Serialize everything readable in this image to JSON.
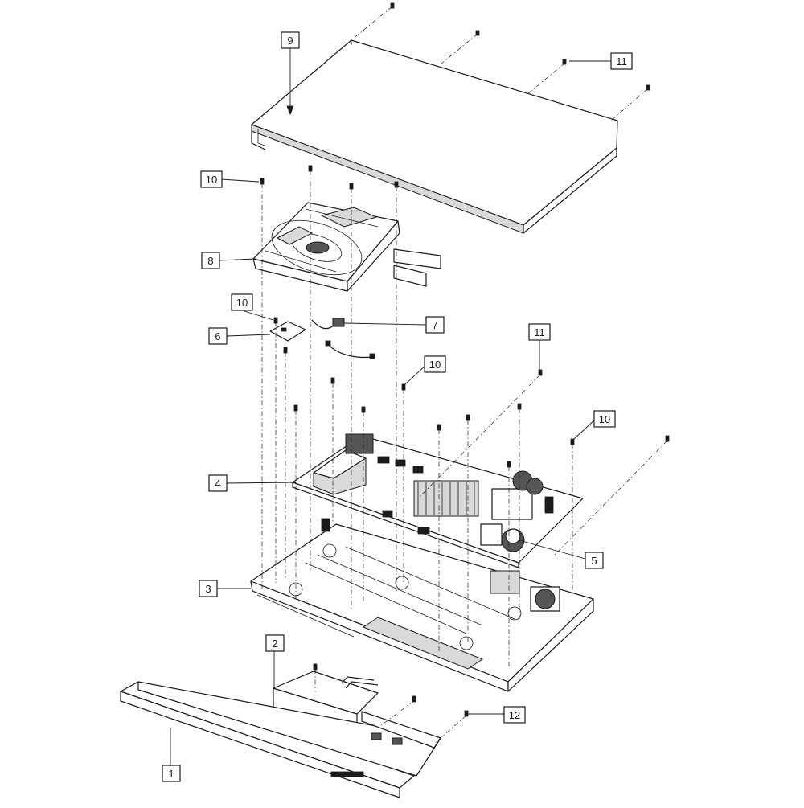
{
  "diagram": {
    "type": "exploded-parts-view",
    "callouts": [
      {
        "id": "c1",
        "label": "1"
      },
      {
        "id": "c2",
        "label": "2"
      },
      {
        "id": "c3",
        "label": "3"
      },
      {
        "id": "c4",
        "label": "4"
      },
      {
        "id": "c5",
        "label": "5"
      },
      {
        "id": "c6",
        "label": "6"
      },
      {
        "id": "c7",
        "label": "7"
      },
      {
        "id": "c8",
        "label": "8"
      },
      {
        "id": "c9",
        "label": "9"
      },
      {
        "id": "c10a",
        "label": "10"
      },
      {
        "id": "c10b",
        "label": "10"
      },
      {
        "id": "c10c",
        "label": "10"
      },
      {
        "id": "c10d",
        "label": "10"
      },
      {
        "id": "c11a",
        "label": "11"
      },
      {
        "id": "c11b",
        "label": "11"
      },
      {
        "id": "c12",
        "label": "12"
      }
    ]
  }
}
